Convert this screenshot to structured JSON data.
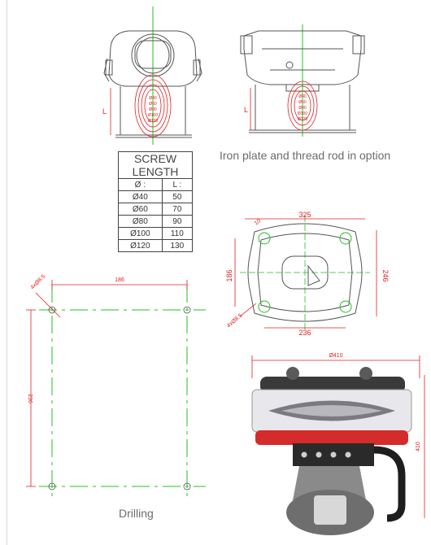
{
  "table": {
    "title_line1": "SCREW",
    "title_line2": "LENGTH",
    "col_diameter": "Ø :",
    "col_length": "L :",
    "rows": [
      {
        "d": "Ø40",
        "l": "50"
      },
      {
        "d": "Ø60",
        "l": "70"
      },
      {
        "d": "Ø80",
        "l": "90"
      },
      {
        "d": "Ø100",
        "l": "110"
      },
      {
        "d": "Ø120",
        "l": "130"
      }
    ]
  },
  "captions": {
    "iron_plate": "Iron plate and thread rod in option",
    "drilling": "Drilling"
  },
  "drawing_labels": {
    "front_L": "L",
    "side_L": "L",
    "diameters": [
      "Ø40",
      "Ø60",
      "Ø80",
      "Ø100",
      "Ø120"
    ],
    "top_width": "325",
    "top_depth_left": "186",
    "top_depth_right": "246",
    "top_bottom_width": "236",
    "hole_spec": "4xØ8.5",
    "angle_note": "10",
    "drill_width": "186",
    "drill_height": "236",
    "drill_hole": "4xØ8.5",
    "photo_diameter": "Ø410",
    "photo_height": "410"
  },
  "colors": {
    "dimension_red": "#d22222",
    "centerline_green": "#22c022",
    "drawing_line": "#555555",
    "accent_red_band": "#d42b2b"
  }
}
